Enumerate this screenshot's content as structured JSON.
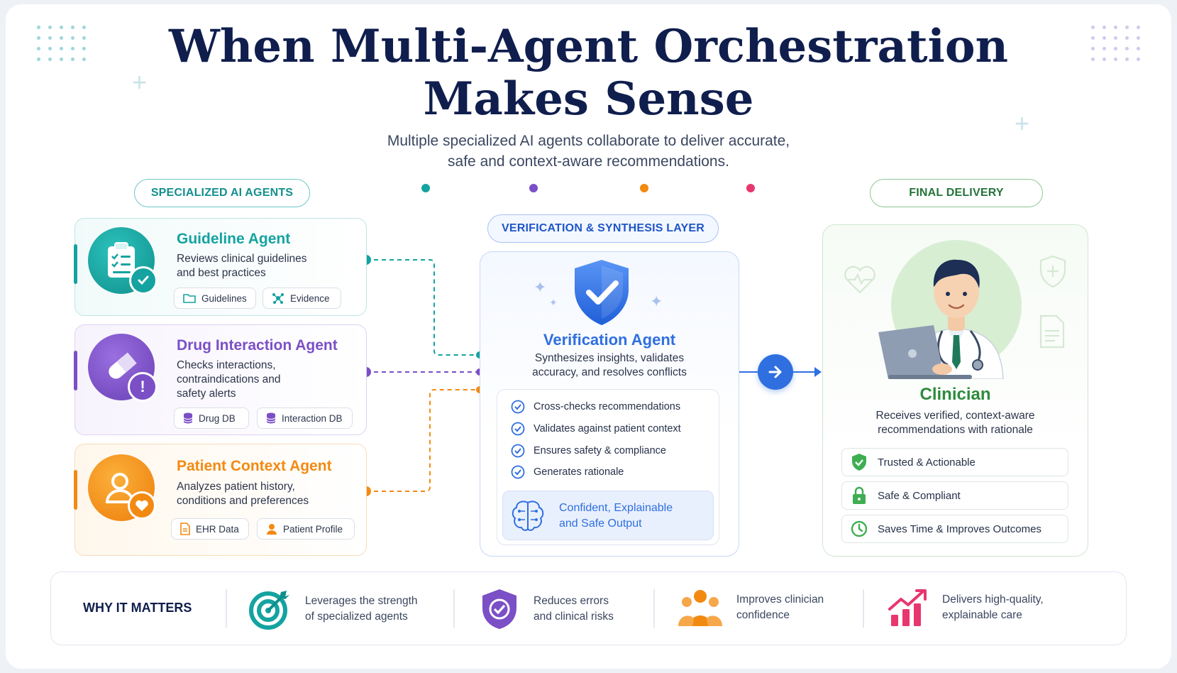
{
  "header": {
    "title_line1": "When Multi-Agent Orchestration",
    "title_line2": "Makes Sense",
    "subtitle_line1": "Multiple specialized AI agents collaborate to deliver accurate,",
    "subtitle_line2": "safe and context-aware recommendations."
  },
  "sections": {
    "left_label": "SPECIALIZED AI AGENTS",
    "center_label": "VERIFICATION & SYNTHESIS LAYER",
    "right_label": "FINAL DELIVERY"
  },
  "agents": [
    {
      "title": "Guideline Agent",
      "desc_line1": "Reviews clinical guidelines",
      "desc_line2": "and best practices",
      "desc_line3": "",
      "chips": [
        "Guidelines",
        "Evidence"
      ],
      "color": "#14a3a0"
    },
    {
      "title": "Drug Interaction Agent",
      "desc_line1": "Checks interactions,",
      "desc_line2": "contraindications and",
      "desc_line3": "safety alerts",
      "chips": [
        "Drug DB",
        "Interaction DB"
      ],
      "color": "#7b4fc6"
    },
    {
      "title": "Patient Context Agent",
      "desc_line1": "Analyzes patient history,",
      "desc_line2": "conditions and preferences",
      "desc_line3": "",
      "chips": [
        "EHR Data",
        "Patient Profile"
      ],
      "color": "#f28a12"
    }
  ],
  "verification": {
    "title": "Verification Agent",
    "desc_line1": "Synthesizes insights, validates",
    "desc_line2": "accuracy, and resolves conflicts",
    "checks": [
      "Cross-checks recommendations",
      "Validates against patient context",
      "Ensures safety & compliance",
      "Generates rationale"
    ],
    "output_line1": "Confident, Explainable",
    "output_line2": "and Safe Output",
    "color": "#2f6fe0"
  },
  "clinician": {
    "title": "Clinician",
    "desc_line1": "Receives verified, context-aware",
    "desc_line2": "recommendations with rationale",
    "benefits": [
      "Trusted & Actionable",
      "Safe & Compliant",
      "Saves Time & Improves Outcomes"
    ],
    "color": "#2e8b3e"
  },
  "why": {
    "label": "WHY IT MATTERS",
    "items": [
      {
        "line1": "Leverages the strength",
        "line2": "of specialized agents",
        "icon": "target-icon"
      },
      {
        "line1": "Reduces errors",
        "line2": "and clinical risks",
        "icon": "shield-check-icon"
      },
      {
        "line1": "Improves clinician",
        "line2": "confidence",
        "icon": "team-icon"
      },
      {
        "line1": "Delivers high-quality,",
        "line2": "explainable care",
        "icon": "growth-chart-icon"
      }
    ]
  },
  "colors": {
    "navy": "#0f1e4d",
    "teal": "#14a3a0",
    "purple": "#7b4fc6",
    "orange": "#f28a12",
    "blue": "#2f6fe0",
    "green": "#2e8b3e",
    "pink": "#e8366f"
  }
}
